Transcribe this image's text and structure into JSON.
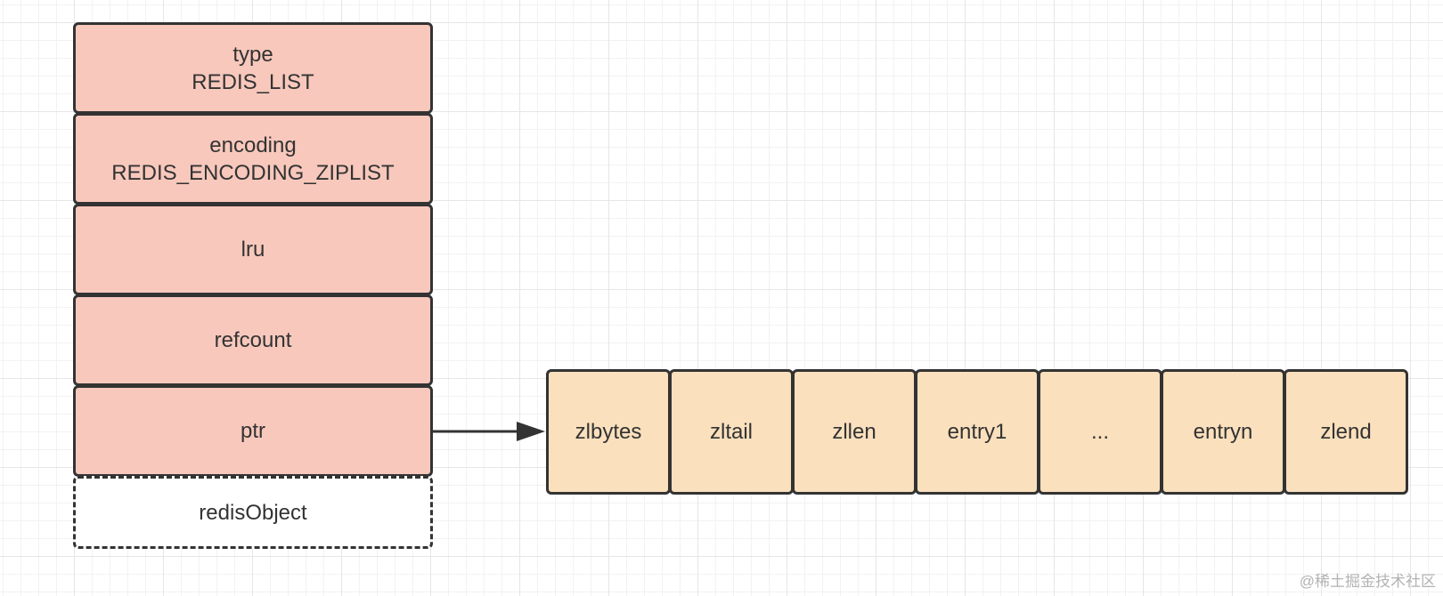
{
  "redis_object": {
    "fields": [
      {
        "name": "type",
        "value": "REDIS_LIST"
      },
      {
        "name": "encoding",
        "value": "REDIS_ENCODING_ZIPLIST"
      },
      {
        "name": "lru"
      },
      {
        "name": "refcount"
      },
      {
        "name": "ptr"
      }
    ],
    "label": "redisObject"
  },
  "ziplist": {
    "cells": [
      "zlbytes",
      "zltail",
      "zllen",
      "entry1",
      "...",
      "entryn",
      "zlend"
    ]
  },
  "watermark": "@稀土掘金技术社区",
  "colors": {
    "object_fill": "#f8c8bc",
    "ziplist_fill": "#fae0bd",
    "stroke": "#333333",
    "text": "#333333"
  }
}
